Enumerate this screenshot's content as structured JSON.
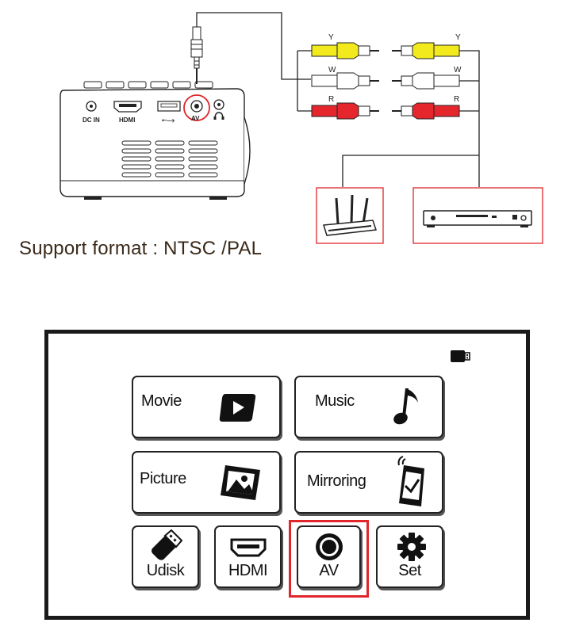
{
  "diagram": {
    "ports": [
      "DC IN",
      "HDMI",
      "AV"
    ],
    "rca_left": [
      "Y",
      "W",
      "R"
    ],
    "rca_right": [
      "Y",
      "W",
      "R"
    ],
    "colors": {
      "yellow": "#f2ea1c",
      "white": "#ffffff",
      "red": "#e5262d",
      "highlight": "#e0262b"
    },
    "devices": [
      "router-icon",
      "dvd-player-icon"
    ]
  },
  "support_text": "Support format : NTSC /PAL",
  "menu": {
    "usb_indicator_icon": "usb-drive-icon",
    "tiles": [
      {
        "label": "Movie",
        "icon": "play-icon"
      },
      {
        "label": "Music",
        "icon": "music-note-icon"
      },
      {
        "label": "Picture",
        "icon": "picture-icon"
      },
      {
        "label": "Mirroring",
        "icon": "phone-mirroring-icon"
      },
      {
        "label": "Udisk",
        "icon": "usb-drive-icon"
      },
      {
        "label": "HDMI",
        "icon": "hdmi-icon"
      },
      {
        "label": "AV",
        "icon": "av-port-icon"
      },
      {
        "label": "Set",
        "icon": "gear-icon"
      }
    ],
    "highlighted": "AV"
  }
}
